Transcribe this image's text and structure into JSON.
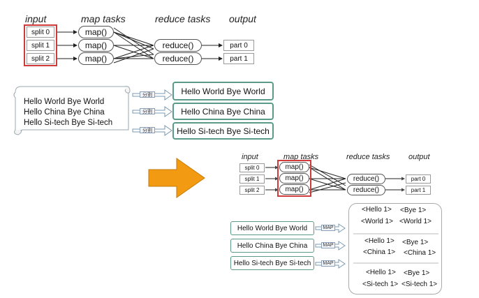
{
  "top_diagram": {
    "headers": {
      "input": "input",
      "map": "map tasks",
      "reduce": "reduce tasks",
      "output": "output"
    },
    "splits": [
      "split 0",
      "split 1",
      "split 2"
    ],
    "maps": [
      "map()",
      "map()",
      "map()"
    ],
    "reduces": [
      "reduce()",
      "reduce()"
    ],
    "parts": [
      "part 0",
      "part 1"
    ]
  },
  "scroll": {
    "lines": [
      "Hello World  Bye World",
      "Hello China Bye China",
      "Hello Si-tech Bye Si-tech"
    ]
  },
  "split_tag": "分割",
  "split_results": [
    "Hello World  Bye World",
    "Hello China Bye China",
    "Hello Si-tech Bye Si-tech"
  ],
  "bottom_diagram": {
    "headers": {
      "input": "input",
      "map": "map tasks",
      "reduce": "reduce tasks",
      "output": "output"
    },
    "splits": [
      "split 0",
      "split 1",
      "split 2"
    ],
    "maps": [
      "map()",
      "map()",
      "map()"
    ],
    "reduces": [
      "reduce()",
      "reduce()"
    ],
    "parts": [
      "part 0",
      "part 1"
    ]
  },
  "map_inputs": [
    "Hello World  Bye World",
    "Hello China Bye China",
    "Hello Si-tech Bye Si-tech"
  ],
  "map_tag": "MAP",
  "map_outputs": [
    [
      "<Hello 1>",
      "<Bye 1>",
      "<World 1>",
      "<World 1>"
    ],
    [
      "<Hello 1>",
      "<Bye 1>",
      "<China 1>",
      "<China 1>"
    ],
    [
      "<Hello 1>",
      "<Bye 1>",
      "<Si-tech 1>",
      "<Si-tech 1>"
    ]
  ],
  "colors": {
    "arrow": "#f29b12",
    "highlight": "#d03a3a",
    "green_border": "#5a9a88"
  }
}
